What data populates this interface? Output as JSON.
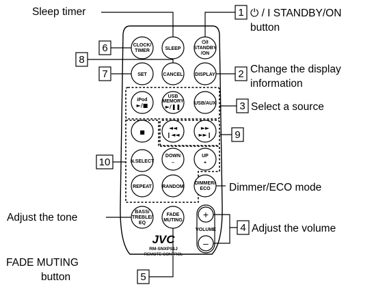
{
  "remote": {
    "logo": "JVC",
    "model": "RM-SNXPS1J",
    "subtitle": "REMOTE CONTROL"
  },
  "buttons": {
    "clock_timer": [
      "CLOCK/",
      "TIMER"
    ],
    "sleep": "SLEEP",
    "standby_on": [
      "⏻/I",
      "STANDBY",
      "/ON"
    ],
    "set": "SET",
    "cancel": "CANCEL",
    "display": "DISPLAY",
    "ipod": [
      "iPod",
      "►/■"
    ],
    "usb_memory": [
      "USB",
      "MEMORY",
      "►/❚❚"
    ],
    "usb_aux": "USB/AUX",
    "stop": "■",
    "rewind": [
      "◄◄",
      "❙◄◄"
    ],
    "forward": [
      "►►",
      "►►❙"
    ],
    "n_select": "N.SELECT",
    "down": [
      "DOWN",
      "–"
    ],
    "up": [
      "UP",
      "+"
    ],
    "repeat": "REPEAT",
    "random": "RANDOM",
    "dimmer_eco": [
      "DIMMER/",
      "ECO"
    ],
    "bass_treble_eq": [
      "BASS/",
      "TREBLE/",
      "EQ"
    ],
    "fade_muting": [
      "FADE",
      "MUTING"
    ],
    "volume_up": "+",
    "volume_label": "VOLUME",
    "volume_down": "–"
  },
  "callouts": {
    "sleep_timer": "Sleep timer",
    "standby_on": [
      "⏻ / I STANDBY/ON",
      "button"
    ],
    "change_display": [
      "Change the display",
      "information"
    ],
    "select_source": "Select a source",
    "dimmer_eco": "Dimmer/ECO mode",
    "adjust_tone": "Adjust the tone",
    "adjust_volume": "Adjust the volume",
    "fade_muting": [
      "FADE MUTING",
      "button"
    ]
  },
  "numbers": {
    "n1": "1",
    "n2": "2",
    "n3": "3",
    "n4": "4",
    "n5": "5",
    "n6": "6",
    "n7": "7",
    "n8": "8",
    "n9": "9",
    "n10": "10"
  }
}
